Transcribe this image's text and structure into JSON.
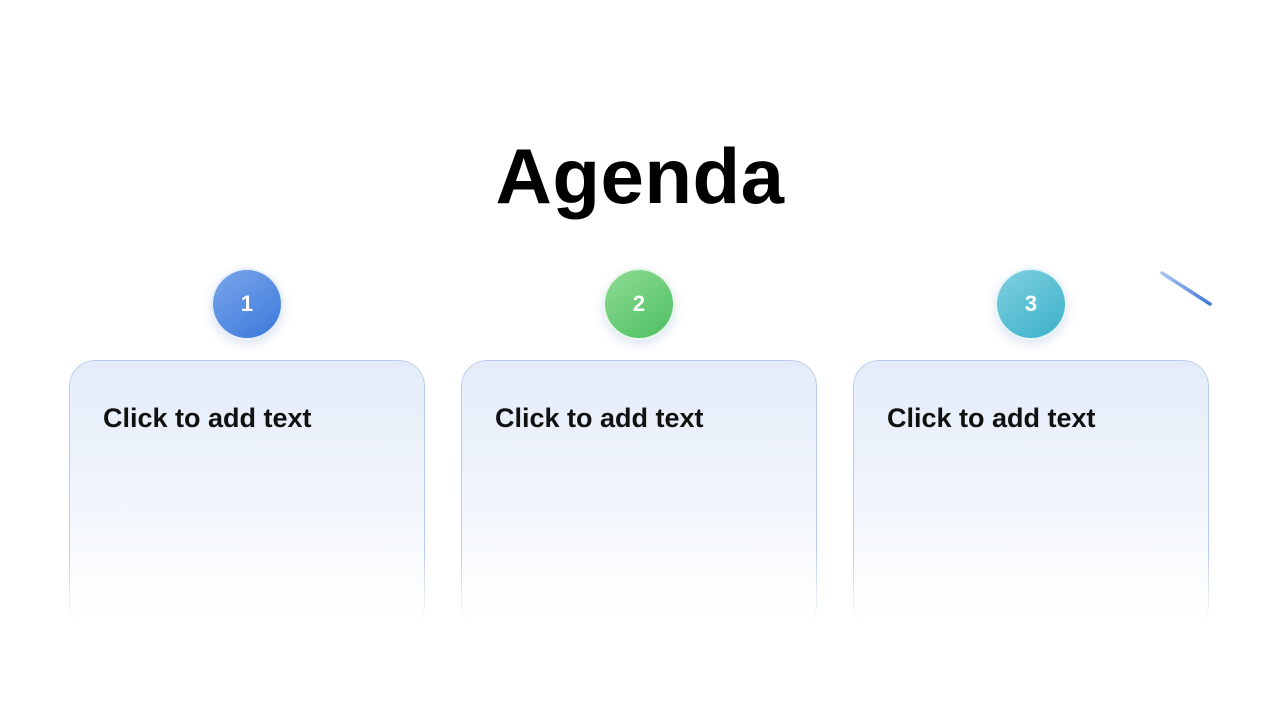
{
  "slide": {
    "title": "Agenda"
  },
  "steps": [
    {
      "number": "1",
      "text": "Click to add text",
      "color": "#3b78db"
    },
    {
      "number": "2",
      "text": "Click to add text",
      "color": "#4cbf62"
    },
    {
      "number": "3",
      "text": "Click to add text",
      "color": "#3cb0c9"
    }
  ],
  "colors": {
    "timeline_start": "#c8daf6",
    "timeline_end": "#3f78d8",
    "card_border": "#b9cdee",
    "card_fill": "#e4ecf9"
  }
}
